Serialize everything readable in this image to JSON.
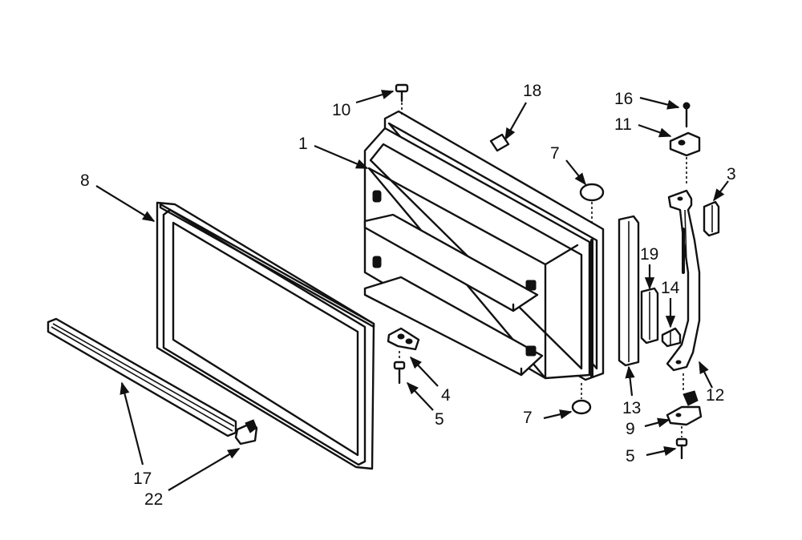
{
  "callouts": [
    {
      "id": "c1",
      "text": "1"
    },
    {
      "id": "c3",
      "text": "3"
    },
    {
      "id": "c4",
      "text": "4"
    },
    {
      "id": "c5a",
      "text": "5"
    },
    {
      "id": "c5b",
      "text": "5"
    },
    {
      "id": "c7a",
      "text": "7"
    },
    {
      "id": "c7b",
      "text": "7"
    },
    {
      "id": "c8",
      "text": "8"
    },
    {
      "id": "c9",
      "text": "9"
    },
    {
      "id": "c10",
      "text": "10"
    },
    {
      "id": "c11",
      "text": "11"
    },
    {
      "id": "c12",
      "text": "12"
    },
    {
      "id": "c13",
      "text": "13"
    },
    {
      "id": "c14",
      "text": "14"
    },
    {
      "id": "c16",
      "text": "16"
    },
    {
      "id": "c17",
      "text": "17"
    },
    {
      "id": "c18",
      "text": "18"
    },
    {
      "id": "c19",
      "text": "19"
    },
    {
      "id": "c22",
      "text": "22"
    }
  ]
}
